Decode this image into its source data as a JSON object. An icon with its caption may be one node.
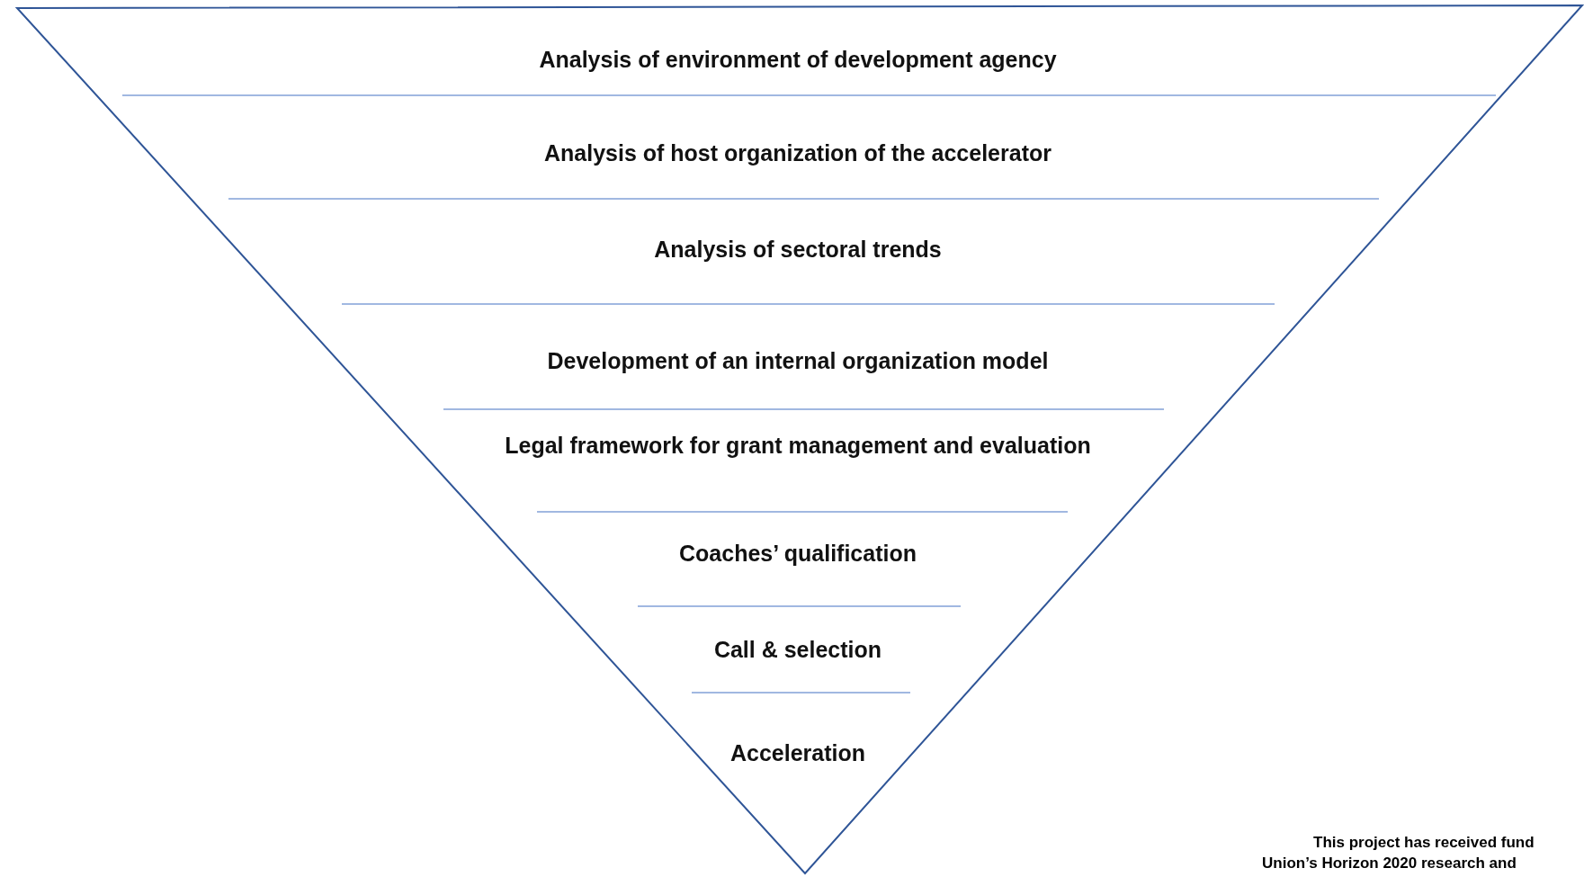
{
  "diagram": {
    "nodes": [
      {
        "text": [
          "Analysis of environment of development agency",
          "Analysis of host organization of the accelerator",
          "Analysis of sectoral trends",
          "Development of an internal organization model",
          "Legal framework for grant management and evaluation",
          "Coaches’ qualification",
          "Call & selection",
          "Acceleration"
        ]
      }
    ],
    "edges": [],
    "labels": [
      "This project has received fund",
      "Union’s Horizon 2020 research and"
    ]
  }
}
